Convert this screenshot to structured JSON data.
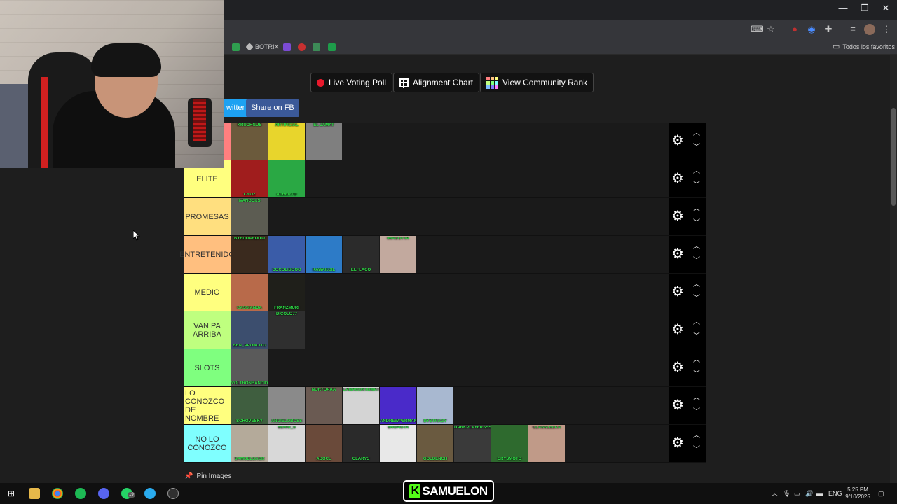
{
  "window": {
    "minimize": "—",
    "restore": "❐",
    "close": "✕"
  },
  "bookmarks": {
    "items": [
      {
        "label": "BOTRIX"
      },
      {
        "label": ""
      },
      {
        "label": ""
      },
      {
        "label": ""
      },
      {
        "label": ""
      }
    ],
    "all_bookmarks": "Todos los favoritos"
  },
  "page": {
    "buttons": {
      "live_voting": "Live Voting Poll",
      "alignment": "Alignment Chart",
      "community_rank": "View Community Rank",
      "share_twitter": "witter",
      "share_fb": "Share on FB"
    },
    "pin_images": "Pin Images",
    "tiers": [
      {
        "label": "",
        "color": "#ff7f7f",
        "items": [
          {
            "top": "KRUCHGUS",
            "bot": "",
            "bg": "#6b5a3c"
          },
          {
            "top": "ARTIFICIAL",
            "bot": "",
            "bg": "#e8d52c"
          },
          {
            "top": "EL JAMAT",
            "bot": "",
            "bg": "#7f7f7f"
          }
        ]
      },
      {
        "label": "ELITE",
        "color": "#ffff7f",
        "items": [
          {
            "top": "",
            "bot": "CRO2",
            "bg": "#a01d1d"
          },
          {
            "top": "",
            "bot": "ALBERTO",
            "bg": "#2aa844"
          }
        ]
      },
      {
        "label": "PROMESAS",
        "color": "#ffdf7f",
        "items": [
          {
            "top": "IVANOCKS",
            "bot": "",
            "bg": "#5c5c52"
          }
        ]
      },
      {
        "label": "ENTRETENIDO",
        "color": "#ffbf7f",
        "items": [
          {
            "top": "BYEDUARDITO",
            "bot": "",
            "bg": "#3a2a1e"
          },
          {
            "top": "",
            "bot": "COCOLISOOO",
            "bg": "#3a5ca8"
          },
          {
            "top": "",
            "bot": "KAWAKGIL",
            "bg": "#2d7bc7"
          },
          {
            "top": "",
            "bot": "ELFLACO",
            "bg": "#2b2b2b"
          },
          {
            "top": "IMAGOTTA",
            "bot": "",
            "bg": "#c2a99e"
          }
        ]
      },
      {
        "label": "MEDIO",
        "color": "#ffff7f",
        "items": [
          {
            "top": "",
            "bot": "CASSIANDA",
            "bg": "#b86a4a"
          },
          {
            "top": "",
            "bot": "FRANZMURI",
            "bg": "#1f1f1a"
          }
        ]
      },
      {
        "label": "VAN PA ARRIBA",
        "color": "#bfff7f",
        "items": [
          {
            "top": "",
            "bot": "BEN_APONCITO",
            "bg": "#3c4e6e"
          },
          {
            "top": "DICOLO77",
            "bot": "",
            "bg": "#2f2f2f"
          }
        ]
      },
      {
        "label": "SLOTS",
        "color": "#7fff7f",
        "items": [
          {
            "top": "",
            "bot": "VOLTRONBANDIDO",
            "bg": "#5a5a5a"
          }
        ]
      },
      {
        "label": "LO CONOZCO DE NOMBRE",
        "color": "#ffff7f",
        "items": [
          {
            "top": "",
            "bot": "SCHOVESKY",
            "bg": "#3f5e3f"
          },
          {
            "top": "",
            "bot": "ANGIELOBOSS",
            "bg": "#8a8a8a"
          },
          {
            "top": "NORYDAAA",
            "bot": "",
            "bg": "#6a5a52"
          },
          {
            "top": "CAMARONTOMATE",
            "bot": "",
            "bg": "#d4d4d4"
          },
          {
            "top": "",
            "bot": "ANDREWPERMANENTE",
            "bg": "#4a2ac9"
          },
          {
            "top": "",
            "bot": "DYSTRAGY",
            "bg": "#a8b8d0"
          }
        ]
      },
      {
        "label": "NO LO CONOZCO",
        "color": "#7fffff",
        "items": [
          {
            "top": "",
            "bot": "SAMUELSAGR",
            "bg": "#b4aa9a"
          },
          {
            "top": "SERIU_S",
            "bot": "",
            "bg": "#d8d8d8"
          },
          {
            "top": "",
            "bot": "ADOCL",
            "bg": "#6a4a3a"
          },
          {
            "top": "",
            "bot": "CLARYS",
            "bg": "#2a2a2a"
          },
          {
            "top": "SHOPISTA",
            "bot": "",
            "bg": "#e8e8e8"
          },
          {
            "top": "",
            "bot": "GOLDENCH",
            "bg": "#6a5a40"
          },
          {
            "top": "DARKPLAYERSSS",
            "bot": "",
            "bg": "#3a3a3a"
          },
          {
            "top": "",
            "bot": "CRYSMOTO",
            "bg": "#2e6a2e"
          },
          {
            "top": "CLASSLELKA",
            "bot": "",
            "bg": "#c09a88"
          }
        ]
      }
    ]
  },
  "taskbar": {
    "lang": "ENG",
    "time": "5:25 PM",
    "date": "9/10/2025",
    "badge": "19"
  },
  "overlay": {
    "k": "K",
    "name": "SAMUELON"
  },
  "colors": {
    "kick_green": "#53fc18",
    "twitter_blue": "#1da1f2",
    "fb_blue": "#3b5998"
  }
}
